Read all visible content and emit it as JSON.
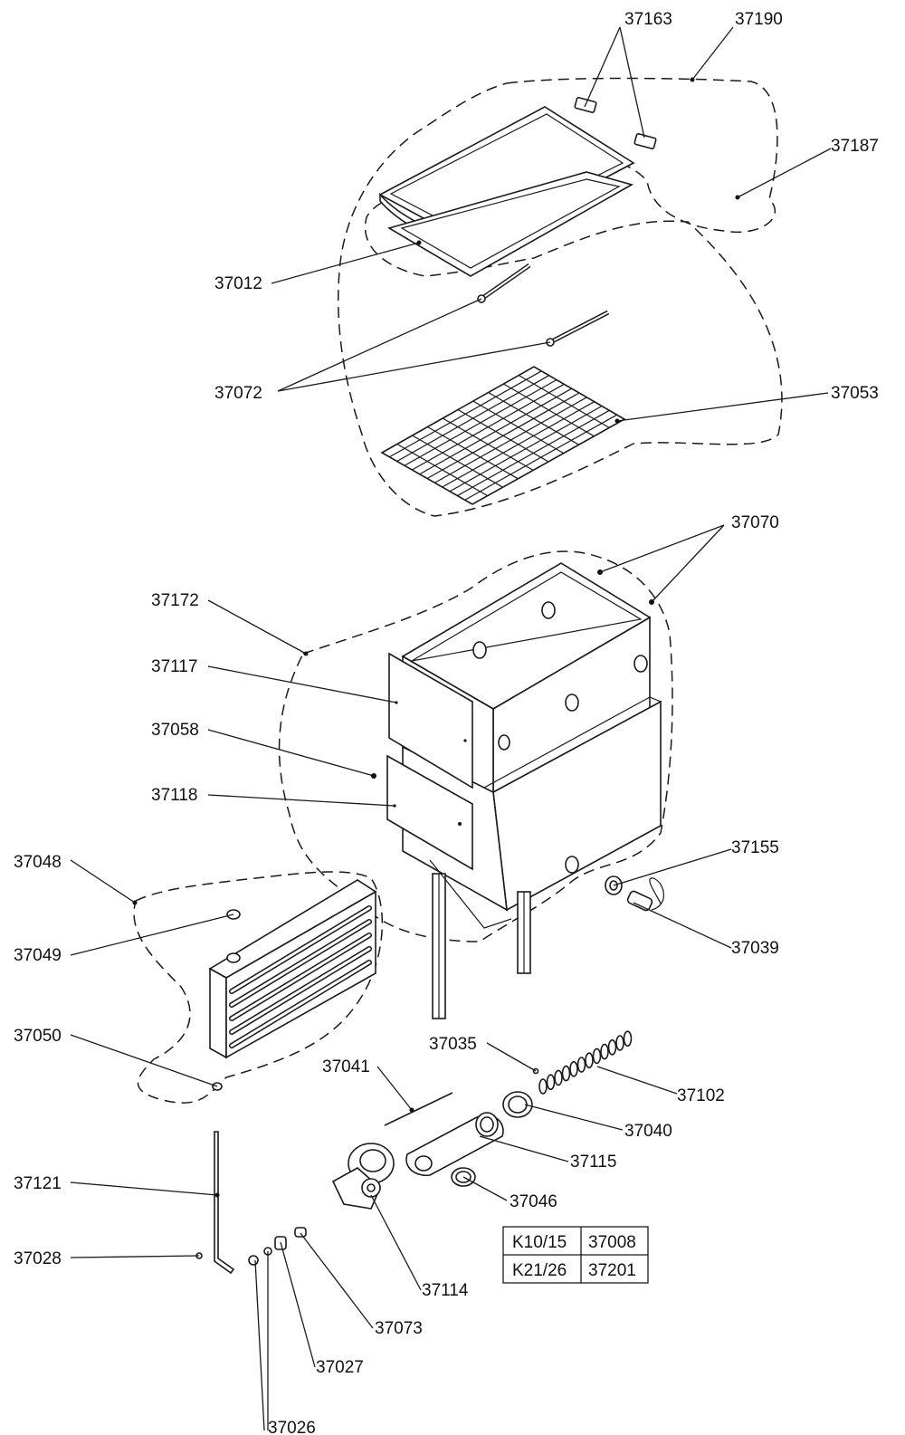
{
  "callouts": [
    {
      "id": "37163",
      "text": "37163"
    },
    {
      "id": "37190",
      "text": "37190"
    },
    {
      "id": "37187",
      "text": "37187"
    },
    {
      "id": "37012",
      "text": "37012"
    },
    {
      "id": "37072",
      "text": "37072"
    },
    {
      "id": "37053",
      "text": "37053"
    },
    {
      "id": "37070",
      "text": "37070"
    },
    {
      "id": "37172",
      "text": "37172"
    },
    {
      "id": "37117",
      "text": "37117"
    },
    {
      "id": "37058",
      "text": "37058"
    },
    {
      "id": "37118",
      "text": "37118"
    },
    {
      "id": "37155",
      "text": "37155"
    },
    {
      "id": "37048",
      "text": "37048"
    },
    {
      "id": "37039",
      "text": "37039"
    },
    {
      "id": "37049",
      "text": "37049"
    },
    {
      "id": "37050",
      "text": "37050"
    },
    {
      "id": "37035",
      "text": "37035"
    },
    {
      "id": "37041",
      "text": "37041"
    },
    {
      "id": "37102",
      "text": "37102"
    },
    {
      "id": "37040",
      "text": "37040"
    },
    {
      "id": "37115",
      "text": "37115"
    },
    {
      "id": "37121",
      "text": "37121"
    },
    {
      "id": "37046",
      "text": "37046"
    },
    {
      "id": "37028",
      "text": "37028"
    },
    {
      "id": "37114",
      "text": "37114"
    },
    {
      "id": "37073",
      "text": "37073"
    },
    {
      "id": "37027",
      "text": "37027"
    },
    {
      "id": "37026",
      "text": "37026"
    }
  ],
  "model_table": {
    "rows": [
      {
        "model": "K10/15",
        "part": "37008"
      },
      {
        "model": "K21/26",
        "part": "37201"
      }
    ]
  }
}
